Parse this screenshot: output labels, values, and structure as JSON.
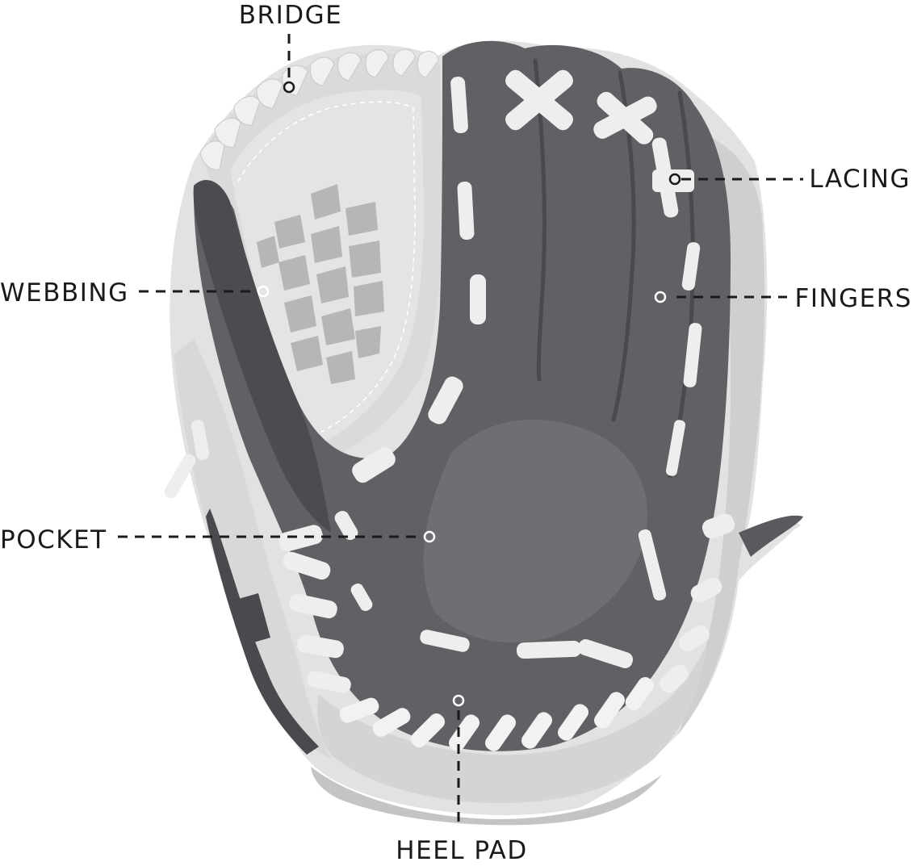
{
  "labels": {
    "bridge": "BRIDGE",
    "lacing": "LACING",
    "webbing": "WEBBING",
    "fingers": "FINGERS",
    "pocket": "POCKET",
    "heel_pad": "HEEL PAD"
  },
  "colors": {
    "text": "#1a1a1a",
    "glove_dark": "#5e5e62",
    "glove_darker": "#4a4a4e",
    "glove_mid": "#7a7a7e",
    "glove_light": "#d6d6d6",
    "glove_lighter": "#e6e6e6",
    "lace": "#f0f0f0",
    "web_block": "#b8b8b8"
  },
  "icons": {
    "glove": "baseball-glove-illustration",
    "marker": "ring-marker"
  }
}
